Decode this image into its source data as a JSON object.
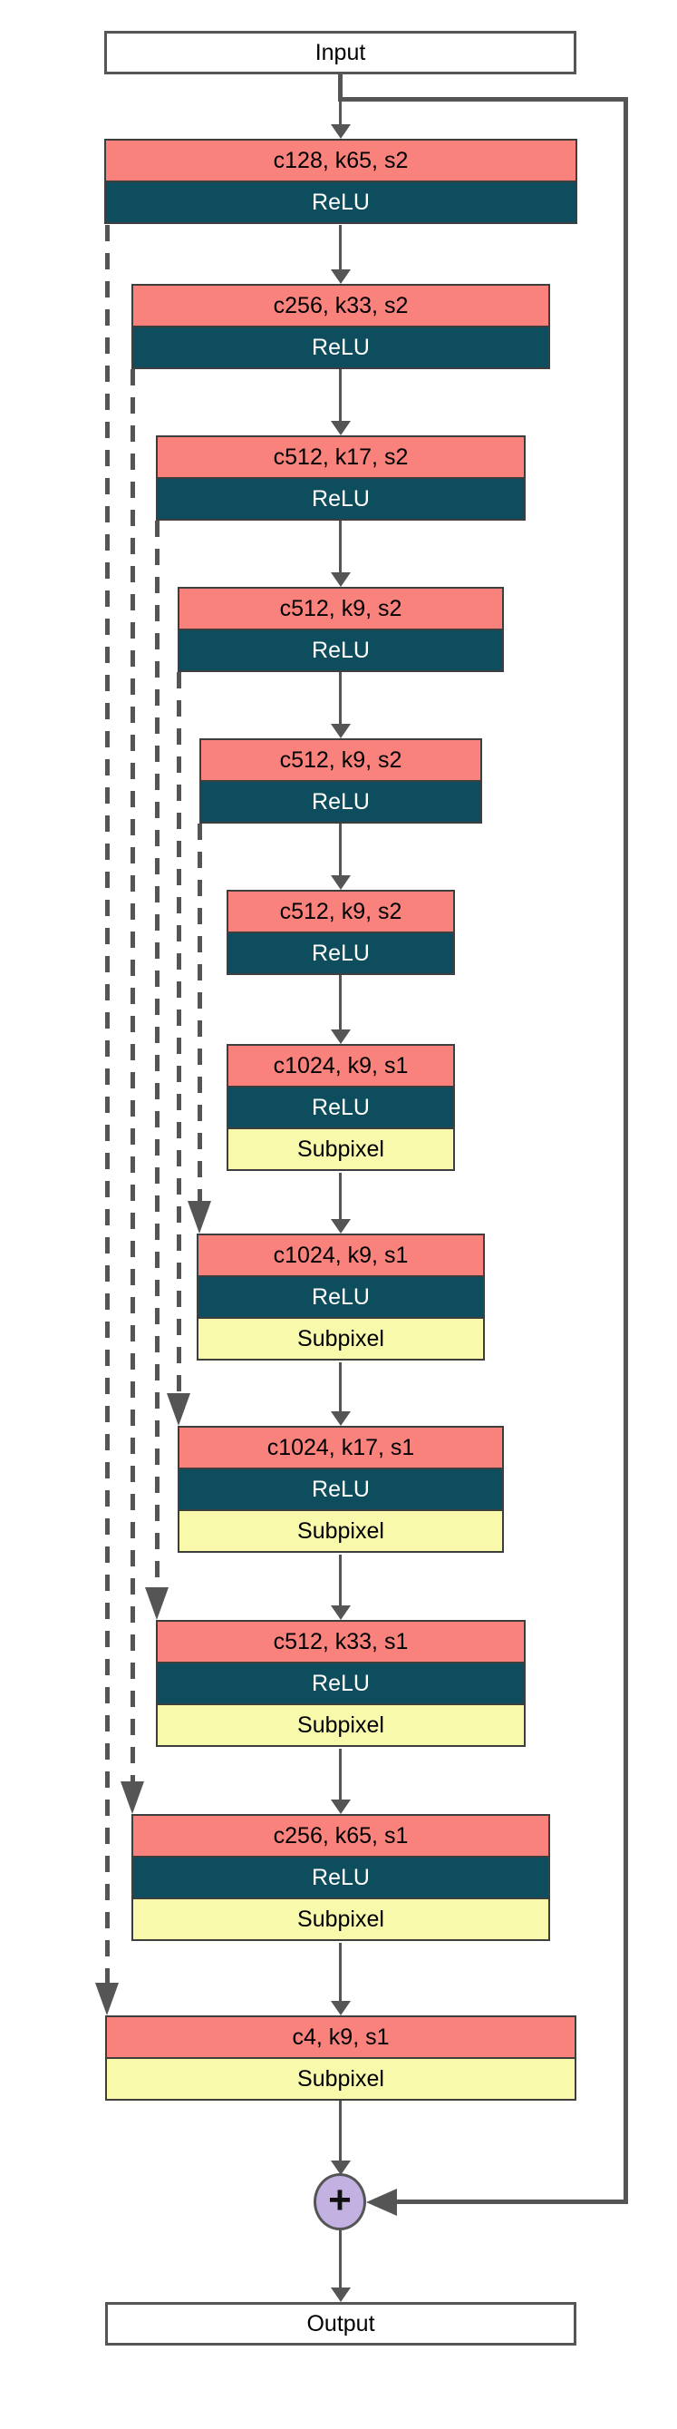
{
  "diagram": {
    "input_label": "Input",
    "output_label": "Output",
    "sum_label": "+",
    "blocks": [
      {
        "name": "conv1",
        "rows": [
          {
            "type": "conv",
            "label": "c128, k65, s2"
          },
          {
            "type": "relu",
            "label": "ReLU"
          }
        ]
      },
      {
        "name": "conv2",
        "rows": [
          {
            "type": "conv",
            "label": "c256, k33, s2"
          },
          {
            "type": "relu",
            "label": "ReLU"
          }
        ]
      },
      {
        "name": "conv3",
        "rows": [
          {
            "type": "conv",
            "label": "c512, k17, s2"
          },
          {
            "type": "relu",
            "label": "ReLU"
          }
        ]
      },
      {
        "name": "conv4",
        "rows": [
          {
            "type": "conv",
            "label": "c512, k9, s2"
          },
          {
            "type": "relu",
            "label": "ReLU"
          }
        ]
      },
      {
        "name": "conv5",
        "rows": [
          {
            "type": "conv",
            "label": "c512, k9, s2"
          },
          {
            "type": "relu",
            "label": "ReLU"
          }
        ]
      },
      {
        "name": "conv6",
        "rows": [
          {
            "type": "conv",
            "label": "c512, k9, s2"
          },
          {
            "type": "relu",
            "label": "ReLU"
          }
        ]
      },
      {
        "name": "conv7",
        "rows": [
          {
            "type": "conv",
            "label": "c1024, k9, s1"
          },
          {
            "type": "relu",
            "label": "ReLU"
          },
          {
            "type": "subpixel",
            "label": "Subpixel"
          }
        ]
      },
      {
        "name": "conv8",
        "rows": [
          {
            "type": "conv",
            "label": "c1024, k9, s1"
          },
          {
            "type": "relu",
            "label": "ReLU"
          },
          {
            "type": "subpixel",
            "label": "Subpixel"
          }
        ]
      },
      {
        "name": "conv9",
        "rows": [
          {
            "type": "conv",
            "label": "c1024, k17, s1"
          },
          {
            "type": "relu",
            "label": "ReLU"
          },
          {
            "type": "subpixel",
            "label": "Subpixel"
          }
        ]
      },
      {
        "name": "conv10",
        "rows": [
          {
            "type": "conv",
            "label": "c512, k33, s1"
          },
          {
            "type": "relu",
            "label": "ReLU"
          },
          {
            "type": "subpixel",
            "label": "Subpixel"
          }
        ]
      },
      {
        "name": "conv11",
        "rows": [
          {
            "type": "conv",
            "label": "c256, k65, s1"
          },
          {
            "type": "relu",
            "label": "ReLU"
          },
          {
            "type": "subpixel",
            "label": "Subpixel"
          }
        ]
      },
      {
        "name": "conv12",
        "rows": [
          {
            "type": "conv",
            "label": "c4, k9, s1"
          },
          {
            "type": "subpixel",
            "label": "Subpixel"
          }
        ]
      }
    ],
    "connections": {
      "solid_skip": {
        "from": "input",
        "to": "sum",
        "style": "solid"
      },
      "dashed_skips": [
        {
          "from": "conv1",
          "to": "conv12",
          "style": "dashed"
        },
        {
          "from": "conv2",
          "to": "conv11",
          "style": "dashed"
        },
        {
          "from": "conv3",
          "to": "conv10",
          "style": "dashed"
        },
        {
          "from": "conv4",
          "to": "conv9",
          "style": "dashed"
        },
        {
          "from": "conv5",
          "to": "conv8",
          "style": "dashed"
        }
      ]
    },
    "colors": {
      "conv": "#f9837c",
      "relu": "#0d4d5d",
      "subpixel": "#f9f9ac",
      "sum_fill": "#c2b1e1",
      "line": "#555555"
    }
  }
}
